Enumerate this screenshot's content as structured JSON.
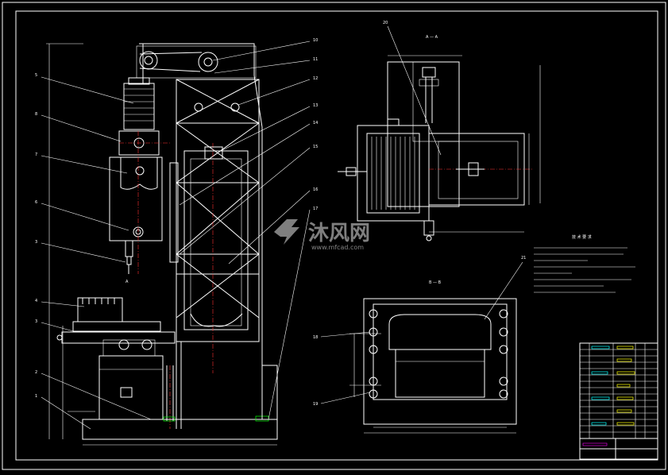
{
  "leaders_left": [
    "5",
    "8",
    "7",
    "6",
    "3",
    "4",
    "3",
    "2",
    "1"
  ],
  "leaders_right": [
    "10",
    "11",
    "12",
    "13",
    "14",
    "15",
    "16",
    "17"
  ],
  "mark_A": "A",
  "section_A": "A — A",
  "section_B": "B — B",
  "label_20": "20",
  "label_21": "21",
  "label_18": "18",
  "label_19": "19",
  "watermark_cn": "沐风网",
  "watermark_url": "www.mfcad.com",
  "tech_title": "技 术 要 求"
}
